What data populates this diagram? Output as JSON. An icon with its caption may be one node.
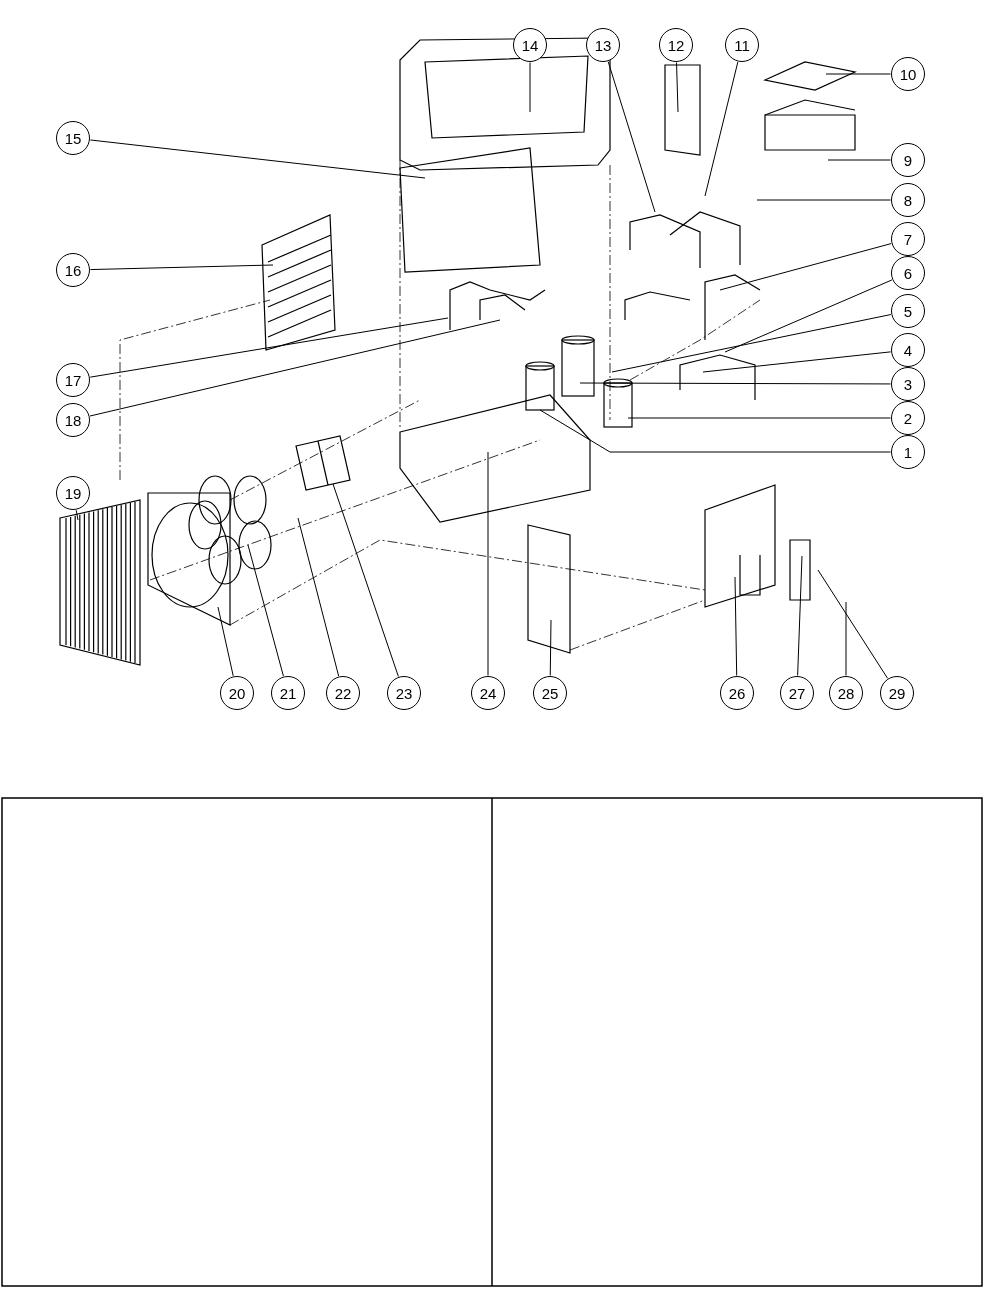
{
  "diagram": {
    "nodes": [
      {
        "text": [
          "14"
        ]
      },
      {
        "text": [
          "13"
        ]
      },
      {
        "text": [
          "12"
        ]
      },
      {
        "text": [
          "11"
        ]
      },
      {
        "text": [
          "10"
        ]
      },
      {
        "text": [
          "15"
        ]
      },
      {
        "text": [
          "9"
        ]
      },
      {
        "text": [
          "8"
        ]
      },
      {
        "text": [
          "7"
        ]
      },
      {
        "text": [
          "16"
        ]
      },
      {
        "text": [
          "6"
        ]
      },
      {
        "text": [
          "5"
        ]
      },
      {
        "text": [
          "4"
        ]
      },
      {
        "text": [
          "17"
        ]
      },
      {
        "text": [
          "3"
        ]
      },
      {
        "text": [
          "18"
        ]
      },
      {
        "text": [
          "2"
        ]
      },
      {
        "text": [
          "1"
        ]
      },
      {
        "text": [
          "19"
        ]
      },
      {
        "text": [
          "20"
        ]
      },
      {
        "text": [
          "21"
        ]
      },
      {
        "text": [
          "22"
        ]
      },
      {
        "text": [
          "23"
        ]
      },
      {
        "text": [
          "24"
        ]
      },
      {
        "text": [
          "25"
        ]
      },
      {
        "text": [
          "26"
        ]
      },
      {
        "text": [
          "27"
        ]
      },
      {
        "text": [
          "28"
        ]
      },
      {
        "text": [
          "29"
        ]
      }
    ],
    "edges": [
      {
        "from": 0,
        "to": null,
        "arrow": "none"
      },
      {
        "from": 1,
        "to": null,
        "arrow": "none"
      },
      {
        "from": 2,
        "to": null,
        "arrow": "none"
      },
      {
        "from": 3,
        "to": null,
        "arrow": "none"
      },
      {
        "from": 4,
        "to": null,
        "arrow": "none"
      },
      {
        "from": 5,
        "to": null,
        "arrow": "none"
      },
      {
        "from": 6,
        "to": null,
        "arrow": "none"
      },
      {
        "from": 7,
        "to": null,
        "arrow": "none"
      },
      {
        "from": 8,
        "to": null,
        "arrow": "none"
      },
      {
        "from": 9,
        "to": null,
        "arrow": "none"
      },
      {
        "from": 10,
        "to": null,
        "arrow": "none"
      },
      {
        "from": 11,
        "to": null,
        "arrow": "none"
      },
      {
        "from": 12,
        "to": null,
        "arrow": "none"
      },
      {
        "from": 13,
        "to": null,
        "arrow": "none"
      },
      {
        "from": 14,
        "to": null,
        "arrow": "none"
      },
      {
        "from": 15,
        "to": null,
        "arrow": "none"
      },
      {
        "from": 16,
        "to": null,
        "arrow": "none"
      },
      {
        "from": 17,
        "to": null,
        "arrow": "none"
      },
      {
        "from": 18,
        "to": null,
        "arrow": "none"
      },
      {
        "from": 19,
        "to": null,
        "arrow": "none"
      },
      {
        "from": 20,
        "to": null,
        "arrow": "none"
      },
      {
        "from": 21,
        "to": null,
        "arrow": "none"
      },
      {
        "from": 22,
        "to": null,
        "arrow": "none"
      },
      {
        "from": 23,
        "to": null,
        "arrow": "none"
      },
      {
        "from": 24,
        "to": null,
        "arrow": "none"
      },
      {
        "from": 25,
        "to": null,
        "arrow": "none"
      },
      {
        "from": 26,
        "to": null,
        "arrow": "none"
      },
      {
        "from": 27,
        "to": null,
        "arrow": "none"
      },
      {
        "from": 28,
        "to": null,
        "arrow": "none"
      }
    ]
  }
}
